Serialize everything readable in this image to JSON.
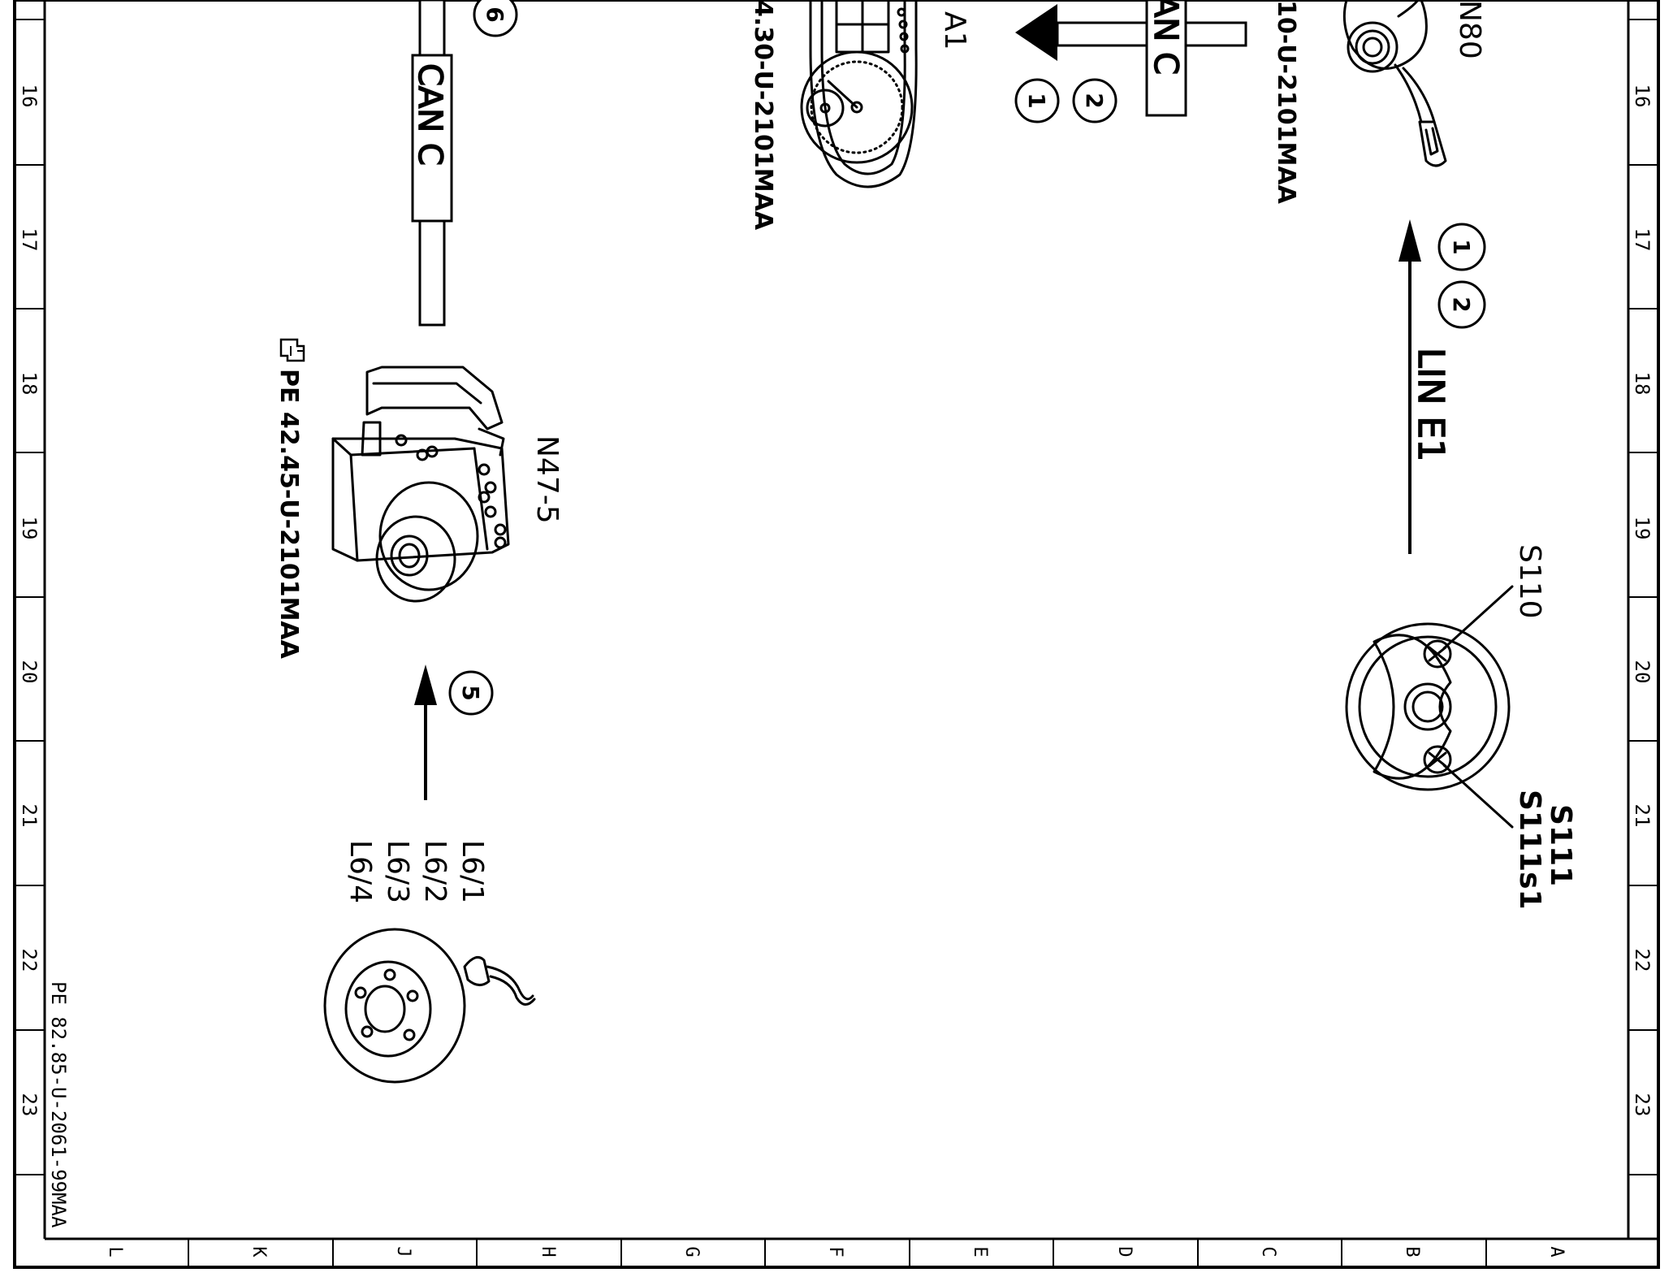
{
  "frame": {
    "row_numbers": [
      "16",
      "17",
      "18",
      "19",
      "20",
      "21",
      "22",
      "23"
    ],
    "column_letters": [
      "L",
      "K",
      "J",
      "H",
      "G",
      "F",
      "E",
      "D",
      "C",
      "B",
      "A"
    ],
    "document_code": "PE 82.85-U-2061-99MAA"
  },
  "components": {
    "n80": {
      "code": "N80",
      "ref": "10-U-2101MAA"
    },
    "a1": {
      "code": "A1",
      "ref": "4.30-U-2101MAA"
    },
    "n47_5": {
      "code": "N47-5",
      "ref": "PE 42.45-U-2101MAA"
    },
    "s110": {
      "code": "S110"
    },
    "s111": {
      "code": "S111"
    },
    "s111s1": {
      "code": "S111s1"
    },
    "wheel_sensors": [
      "L6/1",
      "L6/2",
      "L6/3",
      "L6/4"
    ]
  },
  "buses": {
    "can_left": "CAN C",
    "can_top": "AN C",
    "lin": "LIN E1"
  },
  "markers": {
    "m6": "6",
    "m1_top": "1",
    "m2_top": "2",
    "m1_right": "1",
    "m2_right": "2",
    "m5": "5"
  },
  "icons": {
    "reference_pointer": "pointing-hand-icon"
  }
}
